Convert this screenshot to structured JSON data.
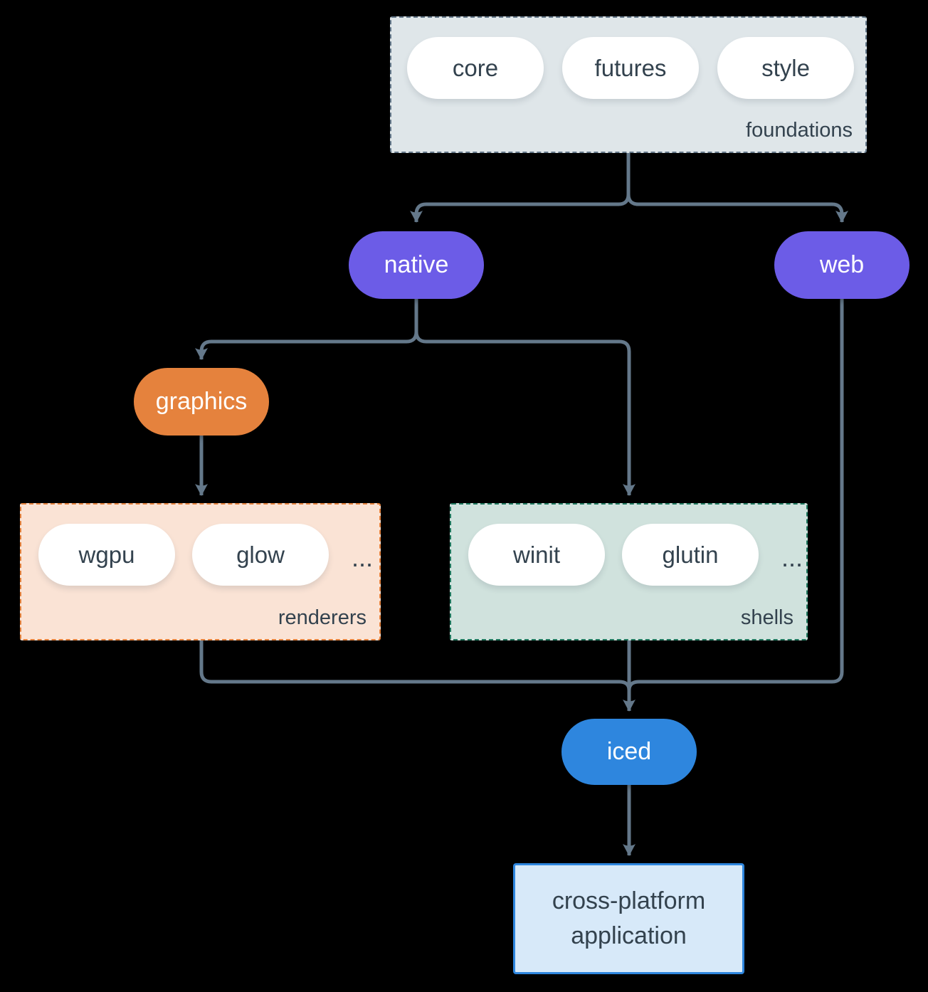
{
  "diagram": {
    "foundations": {
      "label": "foundations",
      "pills": [
        "core",
        "futures",
        "style"
      ]
    },
    "native": {
      "label": "native"
    },
    "web": {
      "label": "web"
    },
    "graphics": {
      "label": "graphics"
    },
    "renderers": {
      "label": "renderers",
      "pills": [
        "wgpu",
        "glow"
      ],
      "ellipsis": "..."
    },
    "shells": {
      "label": "shells",
      "pills": [
        "winit",
        "glutin"
      ],
      "ellipsis": "..."
    },
    "iced": {
      "label": "iced"
    },
    "application": {
      "label": "cross-platform application"
    }
  },
  "colors": {
    "background": "#000000",
    "ink": "#33424e",
    "arrow": "#64788a",
    "purple": "#6c5ce7",
    "orange": "#e5823d",
    "blue": "#2e86de",
    "foundations-fill": "#dfe6e9",
    "foundations-border": "#64788a",
    "renderers-fill": "#fae3d5",
    "renderers-border": "#e5823d",
    "shells-fill": "#d0e2dd",
    "shells-border": "#20795f",
    "app-fill": "#d7e9f9",
    "app-border": "#2e86de"
  }
}
